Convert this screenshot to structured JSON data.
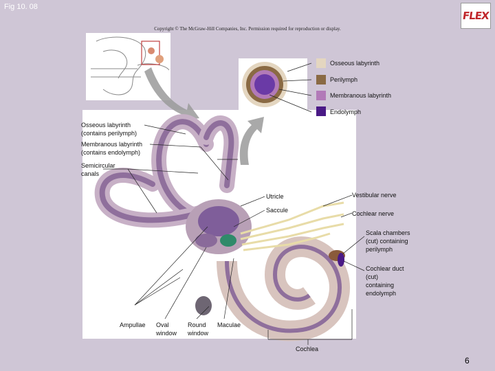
{
  "header": {
    "figure_label": "Fig 10. 08",
    "copyright": "Copyright © The McGraw-Hill Companies, Inc. Permission required for reproduction or display.",
    "logo_text": "FLEX"
  },
  "legend": {
    "items": [
      {
        "label": "Osseous labyrinth",
        "color": "#e4d6c0"
      },
      {
        "label": "Perilymph",
        "color": "#8a6a44"
      },
      {
        "label": "Membranous labyrinth",
        "color": "#b27ab8"
      },
      {
        "label": "Endolymph",
        "color": "#4a1a86"
      }
    ]
  },
  "labels": {
    "osseous": "Osseous labyrinth (contains perilymph)",
    "membranous": "Membranous labyrinth (contains endolymph)",
    "semicircular": "Semicircular canals",
    "utricle": "Utricle",
    "saccule": "Saccule",
    "vestibular_nerve": "Vestibular nerve",
    "cochlear_nerve": "Cochlear nerve",
    "scala": "Scala chambers (cut) containing perilymph",
    "cochlear_duct": "Cochlear duct (cut) containing endolymph",
    "ampullae": "Ampullae",
    "oval_window": "Oval window",
    "round_window": "Round window",
    "maculae": "Maculae",
    "cochlea": "Cochlea"
  },
  "footer": {
    "page_number": "6"
  }
}
